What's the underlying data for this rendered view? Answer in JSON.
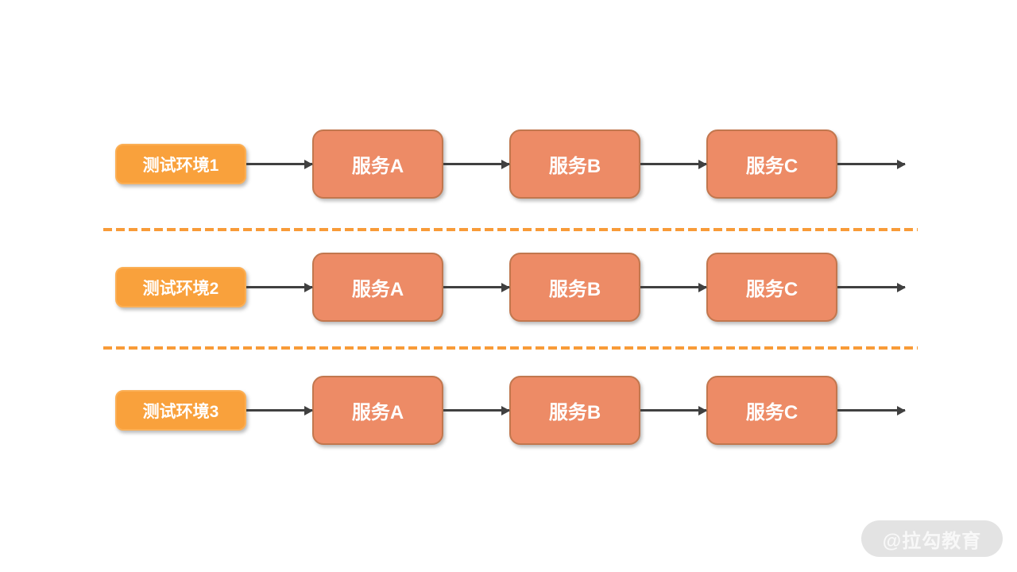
{
  "rows": [
    {
      "env_label": "测试环境1",
      "services": [
        "服务A",
        "服务B",
        "服务C"
      ]
    },
    {
      "env_label": "测试环境2",
      "services": [
        "服务A",
        "服务B",
        "服务C"
      ]
    },
    {
      "env_label": "测试环境3",
      "services": [
        "服务A",
        "服务B",
        "服务C"
      ]
    }
  ],
  "watermark": {
    "label": "@拉勾教育"
  },
  "colors": {
    "env_box_fill": "#F9A13C",
    "env_box_border": "#FBAF55",
    "service_box_fill": "#ED8B66",
    "service_box_border": "#C2774E",
    "arrow": "#404040",
    "separator_dash": "#F89B38",
    "watermark_background": "#E3E3E3",
    "watermark_text": "#F8F8F8",
    "background": "#FFFFFF"
  }
}
